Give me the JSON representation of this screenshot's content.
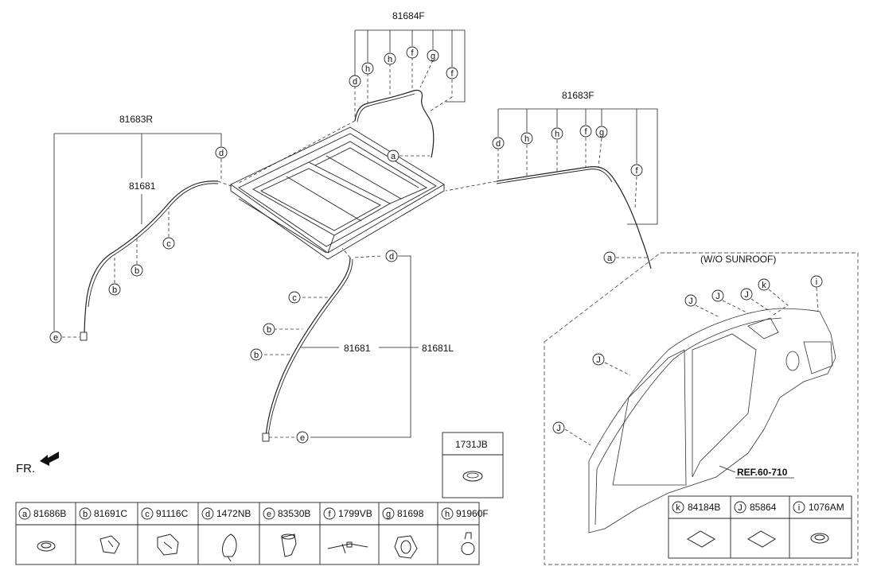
{
  "labels": {
    "p81684F": "81684F",
    "p81683F": "81683F",
    "p81683R": "81683R",
    "p81681_upper": "81681",
    "p81681_lower": "81681",
    "p81681L": "81681L",
    "fr": "FR.",
    "wo_sunroof": "(W/O SUNROOF)",
    "ref": "REF.60-710",
    "box_1731JB": "1731JB"
  },
  "letters": {
    "a": "a",
    "b": "b",
    "c": "c",
    "d": "d",
    "e": "e",
    "f": "f",
    "g": "g",
    "h": "h",
    "i": "i",
    "j": "J",
    "k": "k"
  },
  "legend": [
    {
      "letter": "a",
      "part": "81686B"
    },
    {
      "letter": "b",
      "part": "81691C"
    },
    {
      "letter": "c",
      "part": "91116C"
    },
    {
      "letter": "d",
      "part": "1472NB"
    },
    {
      "letter": "e",
      "part": "83530B"
    },
    {
      "letter": "f",
      "part": "1799VB"
    },
    {
      "letter": "g",
      "part": "81698"
    },
    {
      "letter": "h",
      "part": "91960F"
    }
  ],
  "legend2": [
    {
      "letter": "k",
      "part": "84184B"
    },
    {
      "letter": "J",
      "part": "85864"
    },
    {
      "letter": "i",
      "part": "1076AM"
    }
  ]
}
